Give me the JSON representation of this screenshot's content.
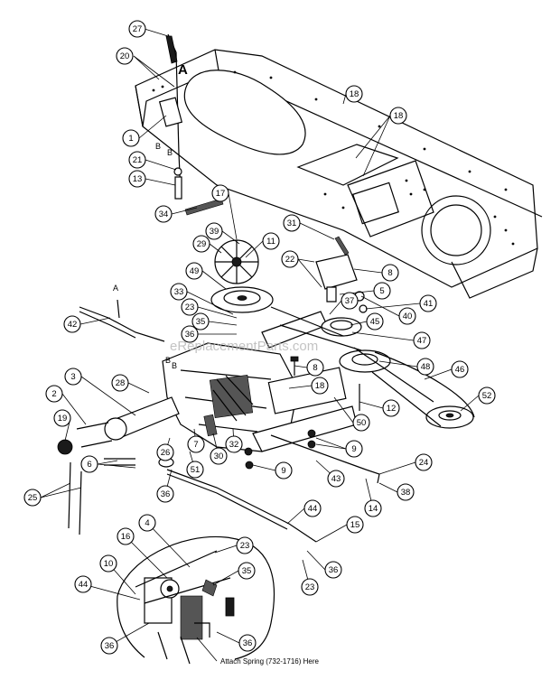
{
  "diagram": {
    "callouts": [
      {
        "id": "c27",
        "label": "27"
      },
      {
        "id": "c20",
        "label": "20"
      },
      {
        "id": "c1",
        "label": "1"
      },
      {
        "id": "c21",
        "label": "21"
      },
      {
        "id": "c13",
        "label": "13"
      },
      {
        "id": "c34",
        "label": "34"
      },
      {
        "id": "c18a",
        "label": "18"
      },
      {
        "id": "c18b",
        "label": "18"
      },
      {
        "id": "c17",
        "label": "17"
      },
      {
        "id": "c39",
        "label": "39"
      },
      {
        "id": "c11",
        "label": "11"
      },
      {
        "id": "c29",
        "label": "29"
      },
      {
        "id": "c31",
        "label": "31"
      },
      {
        "id": "c22",
        "label": "22"
      },
      {
        "id": "c8a",
        "label": "8"
      },
      {
        "id": "c5",
        "label": "5"
      },
      {
        "id": "c49",
        "label": "49"
      },
      {
        "id": "c41",
        "label": "41"
      },
      {
        "id": "c33",
        "label": "33"
      },
      {
        "id": "c37",
        "label": "37"
      },
      {
        "id": "c40",
        "label": "40"
      },
      {
        "id": "c23a",
        "label": "23"
      },
      {
        "id": "c45",
        "label": "45"
      },
      {
        "id": "c35a",
        "label": "35"
      },
      {
        "id": "c36a",
        "label": "36"
      },
      {
        "id": "c47",
        "label": "47"
      },
      {
        "id": "c42",
        "label": "42"
      },
      {
        "id": "c8b",
        "label": "8"
      },
      {
        "id": "c48",
        "label": "48"
      },
      {
        "id": "c46",
        "label": "46"
      },
      {
        "id": "c3",
        "label": "3"
      },
      {
        "id": "c28",
        "label": "28"
      },
      {
        "id": "c18c",
        "label": "18"
      },
      {
        "id": "c12",
        "label": "12"
      },
      {
        "id": "c52",
        "label": "52"
      },
      {
        "id": "c2",
        "label": "2"
      },
      {
        "id": "c50",
        "label": "50"
      },
      {
        "id": "c19",
        "label": "19"
      },
      {
        "id": "c7",
        "label": "7"
      },
      {
        "id": "c9a",
        "label": "9"
      },
      {
        "id": "c26",
        "label": "26"
      },
      {
        "id": "c32",
        "label": "32"
      },
      {
        "id": "c30",
        "label": "30"
      },
      {
        "id": "c51",
        "label": "51"
      },
      {
        "id": "c6",
        "label": "6"
      },
      {
        "id": "c9b",
        "label": "9"
      },
      {
        "id": "c43",
        "label": "43"
      },
      {
        "id": "c24",
        "label": "24"
      },
      {
        "id": "c38",
        "label": "38"
      },
      {
        "id": "c14",
        "label": "14"
      },
      {
        "id": "c25",
        "label": "25"
      },
      {
        "id": "c36b",
        "label": "36"
      },
      {
        "id": "c44a",
        "label": "44"
      },
      {
        "id": "c15",
        "label": "15"
      },
      {
        "id": "c36c",
        "label": "36"
      },
      {
        "id": "c23b",
        "label": "23"
      },
      {
        "id": "c4",
        "label": "4"
      },
      {
        "id": "c16",
        "label": "16"
      },
      {
        "id": "c23c",
        "label": "23"
      },
      {
        "id": "c10",
        "label": "10"
      },
      {
        "id": "c35b",
        "label": "35"
      },
      {
        "id": "c44b",
        "label": "44"
      },
      {
        "id": "c36d",
        "label": "36"
      },
      {
        "id": "c36e",
        "label": "36"
      }
    ],
    "letters": {
      "a_large": "A",
      "a_small": "A",
      "b1": "B",
      "b2": "B",
      "b3": "B",
      "b4": "B"
    },
    "caption": "Attach Spring (732-1716) Here",
    "watermark": "eReplacementParts.com"
  }
}
